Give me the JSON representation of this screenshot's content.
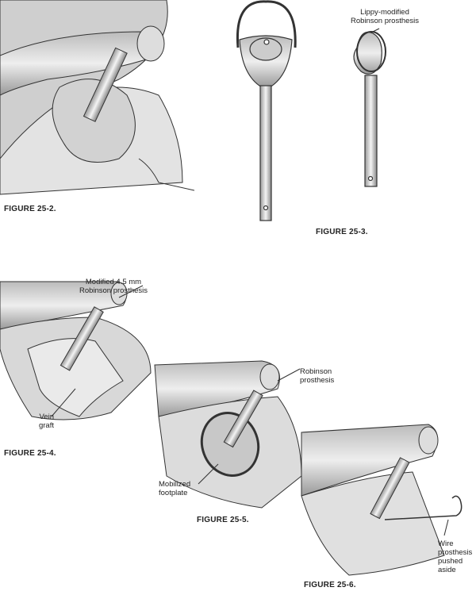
{
  "figures": [
    {
      "id": "25-2",
      "caption": "FIGURE 25-2.",
      "labels": []
    },
    {
      "id": "25-3",
      "caption": "FIGURE 25-3.",
      "labels": [
        {
          "line1": "Lippy-modified",
          "line2": "Robinson prosthesis"
        }
      ]
    },
    {
      "id": "25-4",
      "caption": "FIGURE 25-4.",
      "labels": [
        {
          "line1": "Modified 4.5 mm",
          "line2": "Robinson prosthesis"
        },
        {
          "line1": "Vein",
          "line2": "graft"
        }
      ]
    },
    {
      "id": "25-5",
      "caption": "FIGURE 25-5.",
      "labels": [
        {
          "line1": "Robinson",
          "line2": "prosthesis"
        },
        {
          "line1": "Mobilized",
          "line2": "footplate"
        }
      ]
    },
    {
      "id": "25-6",
      "caption": "FIGURE 25-6.",
      "labels": [
        {
          "line1": "Wire",
          "line2": "prosthesis",
          "line3": "pushed",
          "line4": "aside"
        }
      ]
    }
  ]
}
